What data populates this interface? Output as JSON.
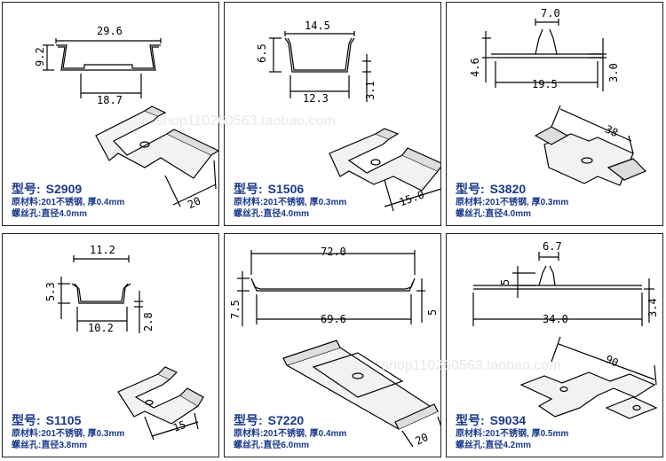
{
  "labels": {
    "model_prefix": "型号:",
    "material_prefix": "原材料:",
    "hole_prefix": "螺丝孔:"
  },
  "watermark": "shop110260563.taobao.com",
  "products": [
    {
      "model": "S2909",
      "material": "201不锈钢, 厚0.4mm",
      "hole": "直径4.0mm",
      "dims": {
        "width_top": "29.6",
        "height": "9.2",
        "width_bottom": "18.7",
        "length": "20"
      }
    },
    {
      "model": "S1506",
      "material": "201不锈钢, 厚0.3mm",
      "hole": "直径4.0mm",
      "dims": {
        "width_top": "14.5",
        "height": "6.5",
        "width_bottom": "12.3",
        "flange": "3.1",
        "length": "15.0"
      }
    },
    {
      "model": "S3820",
      "material": "201不锈钢, 厚0.3mm",
      "hole": "直径4.0mm",
      "dims": {
        "width_top": "7.0",
        "height": "4.6",
        "width_bottom": "19.5",
        "flange": "3.0",
        "length": "38"
      }
    },
    {
      "model": "S1105",
      "material": "201不锈钢, 厚0.3mm",
      "hole": "直径3.8mm",
      "dims": {
        "width_top": "11.2",
        "height": "5.3",
        "width_bottom": "10.2",
        "flange": "2.8",
        "length": "15"
      }
    },
    {
      "model": "S7220",
      "material": "201不锈钢, 厚0.4mm",
      "hole": "直径6.0mm",
      "dims": {
        "width_top": "72.0",
        "height": "7.5",
        "width_bottom": "69.6",
        "flange": "5",
        "length": "20"
      }
    },
    {
      "model": "S9034",
      "material": "201不锈钢, 厚0.5mm",
      "hole": "直径4.2mm",
      "dims": {
        "width_top": "6.7",
        "height": "5",
        "width_bottom": "34.0",
        "flange": "3.4",
        "length": "90"
      }
    }
  ]
}
